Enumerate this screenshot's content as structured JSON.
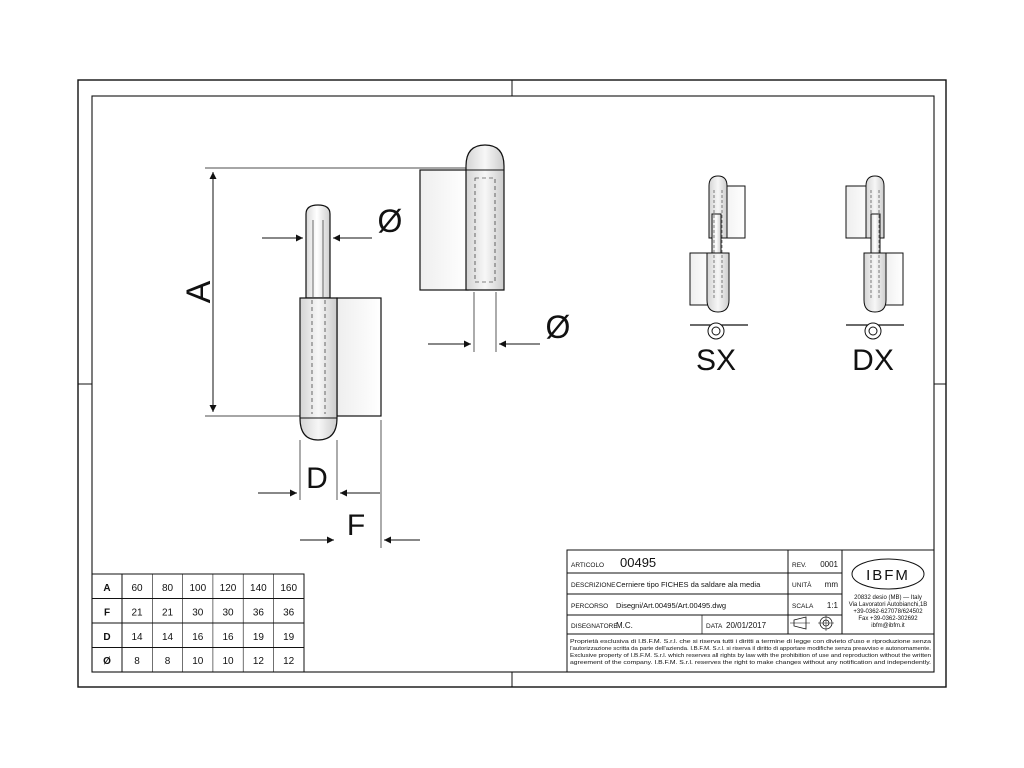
{
  "dimension_labels": {
    "A": "A",
    "diameter_top": "Ø",
    "diameter_right": "Ø",
    "D": "D",
    "F": "F"
  },
  "views": {
    "left_label": "SX",
    "right_label": "DX"
  },
  "size_table": {
    "rows": [
      {
        "label": "A",
        "values": [
          "60",
          "80",
          "100",
          "120",
          "140",
          "160"
        ]
      },
      {
        "label": "F",
        "values": [
          "21",
          "21",
          "30",
          "30",
          "36",
          "36"
        ]
      },
      {
        "label": "D",
        "values": [
          "14",
          "14",
          "16",
          "16",
          "19",
          "19"
        ]
      },
      {
        "label": "Ø",
        "values": [
          "8",
          "8",
          "10",
          "10",
          "12",
          "12"
        ]
      }
    ]
  },
  "title_block": {
    "articolo_label": "ARTICOLO",
    "articolo_value": "00495",
    "rev_label": "REV.",
    "rev_value": "0001",
    "descrizione_label": "DESCRIZIONE",
    "descrizione_value": "Cerniere tipo FICHES da saldare ala media",
    "unita_label": "UNITÀ",
    "unita_value": "mm",
    "percorso_label": "PERCORSO",
    "percorso_value": "Disegni/Art.00495/Art.00495.dwg",
    "scala_label": "SCALA",
    "scala_value": "1:1",
    "disegnatore_label": "DISEGNATORE",
    "disegnatore_value": "M.C.",
    "data_label": "DATA",
    "data_value": "20/01/2017",
    "logo_text": "IBFM",
    "company_lines": [
      "20832 desio (MB) — Italy",
      "Via Lavoratori Autobianchi,1B",
      "+39-0362-627078/624502",
      "Fax +39-0362-302692",
      "ibfm@ibfm.it"
    ],
    "legal_lines": [
      "Proprietà esclusiva di I.B.F.M. S.r.l. che si riserva tutti i diritti a termine di legge con divieto d'uso e riproduzione senza",
      "l'autorizzazione scritta da parte dell'azienda. I.B.F.M. S.r.l. si riserva il diritto di apportare modifiche senza preavviso e autonomamente.",
      "Exclusive property of I.B.F.M. S.r.l. which reserves all rights by law with the prohibition of use and reproduction without the written",
      "agreement of the company. I.B.F.M. S.r.l. reserves the right to make changes without any notification and independently."
    ]
  }
}
